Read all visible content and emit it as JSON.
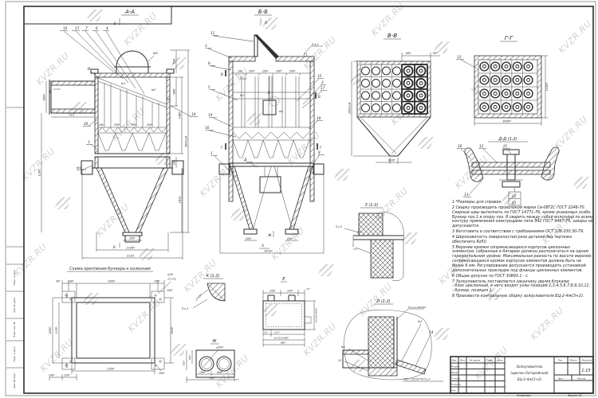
{
  "sheet": {
    "watermark_text": "KVZR.RU"
  },
  "frame": {
    "left_strip": [
      "Инв. № подл.",
      "Подп. и дата",
      "Взам. инв. №",
      "Инв. № дубл.",
      "Подп. и дата"
    ]
  },
  "view_aa": {
    "title": "А-А",
    "cut_top": "Б",
    "cut_bottom": "Б",
    "callouts": [
      "10",
      "17",
      "7",
      "6",
      "4"
    ],
    "c_n2": "№2",
    "c_i": "И",
    "c_n1": "№1",
    "c_n3": "№3",
    "c_45": "45°",
    "c_14": "14",
    "c_20": "20",
    "c_3": "3",
    "c_n5": "№5",
    "c_e": "Е",
    "row": [
      "160",
      "290*",
      "290*",
      "290*"
    ],
    "d534": "534",
    "d800": "800",
    "d600": "600*",
    "d710": "710",
    "d1160": "1160",
    "d2062": "2062±8",
    "d1480": "1480",
    "d208": "208",
    "d1632": "1632",
    "d200": "200*",
    "d1330": "1330*",
    "d2125": "2125"
  },
  "view_bb": {
    "title": "Б-Б",
    "cut_top": "А",
    "mark_zh": "Ж",
    "mark_a": "А",
    "left": [
      "11",
      "2",
      "9",
      "5",
      "19",
      "16",
      "1"
    ],
    "right": [
      "15",
      "3",
      "17",
      "18",
      "8"
    ],
    "weld": "Н-Ь.4",
    "weld2": "П-ь.3",
    "sec_v": "В",
    "sec_g": "Г",
    "row": [
      "160",
      "290*",
      "290*",
      "290*",
      "290*"
    ],
    "n1": "№1",
    "k": "К",
    "n2": "№2",
    "d_mark": "Д",
    "d200a": "200*",
    "d200b": "200*",
    "d1610": "1610*"
  },
  "view_vv": {
    "title": "В-В",
    "d581": "581",
    "d85": "85*",
    "d2062": "2062±8",
    "d800": "800*"
  },
  "view_gg": {
    "title": "Г-Г",
    "c12": "12",
    "d1600": "1600*",
    "d1330": "1330*"
  },
  "view_dd": {
    "title": "Д-Д (1:2)",
    "c16": "16",
    "c12": "12",
    "c21": "21",
    "c13": "13",
    "c22": "22",
    "c23": "23"
  },
  "scheme": {
    "title": "Схема крепления бункера к колоннам",
    "d40t": "40*",
    "d190a": "190*",
    "d1090": "1090*",
    "d190b": "190*",
    "hole_d": "⌀25*",
    "hole_n": "12 отв.",
    "d100r": "100*",
    "d180t": "180*",
    "d180b": "180*",
    "d1650": "1650*",
    "d1170": "1170*",
    "d1610": "1610*",
    "d40b": "40*",
    "d100b": "100*",
    "d1330": "1330*",
    "d200": "200*"
  },
  "view_k": {
    "title": "К (1:2)",
    "chamfer": "2×45°",
    "weld": "П-ь.3"
  },
  "view_zh": {
    "title": "Ж",
    "dia": "⌀202*",
    "d100": "100*",
    "d160": "160*",
    "d190": "190*",
    "d400": "400*",
    "d760": "760*"
  },
  "view_e": {
    "title": "Е",
    "d100a": "100*",
    "d100b": "100*",
    "d12a": "12*",
    "dright": "6×110=660*",
    "d12b": "12*",
    "d110": "110*",
    "dchain": "8×110=880*",
    "dtotal": "880*"
  },
  "view_z": {
    "title": "З (1:2)",
    "weld": "П-ь.5",
    "c5": "5"
  },
  "view_i": {
    "title": "И (1:2)",
    "weld": "Н1-ь.4-100/200",
    "n2a": "№2",
    "c14": "14",
    "n2b": "№2",
    "c15": "15",
    "gost": "ГОСТ 23518-79-П-ь.3"
  },
  "notes": {
    "items": [
      "1 *Размеры для справок.",
      "2 Сварку производить проволокой марки Св-08Г2С ГОСТ 2246-70. Сварные швы выполнить по ГОСТ 14771-76, кроме указанных особо. Бункер поз.1 и опору поз. 8 сварить между собой вплотную по всему контуру применения электродами типа Э42 ГОСТ 9467-75, зазоры не допускаются.",
      "3 Изготовить в соответствии с требованиями ОСТ 108.030.30-79.",
      "4 Шероховатость поверхностей реза деталей без чертежа обеспечить Rz50.",
      "5 Верхние кромки соприкасающихся корпусов циклонных элементов, собранные в батарею должны располагаться на одном горизонтальном уровне. Максимальная разность по высоте верхних соприкасающихся кромок корпусов элементов должна быть не более 6 мм. Регулирование допускается производить установкой дополнительных прокладок под фланцы циклонных элементов.",
      "6 Общие допуски по ГОСТ 30893.1 - с",
      "7 Золоуловитель поставляется заказчику двумя блоками:\n- блок циклонный, в него входят узлы позиций 2,3,4,5,6,7,8,9,10,11.\n- бункер, позиция 1.",
      "8 Произвести контрольную сборку золоуловителя БЦ-2-4ж(3+2)."
    ]
  },
  "title_block": {
    "name_line1": "Золоуловитель",
    "name_line2": "(циклон батарейный)",
    "name_line3": "БЦ-2-4ж(3+2)",
    "scale": "1:15",
    "header": [
      "Изм.",
      "Лист",
      "№ докум.",
      "Подп.",
      "Дата"
    ],
    "rows": [
      "Разраб.",
      "Пров.",
      "Т.контр.",
      "Н.контр.",
      "Утв."
    ],
    "lit": "Лит.",
    "mass": "Масса",
    "masshtab": "Масштаб",
    "list": "Лист",
    "listov": "Листов",
    "kopiroval": "Копировал",
    "format": "Формат А2"
  }
}
